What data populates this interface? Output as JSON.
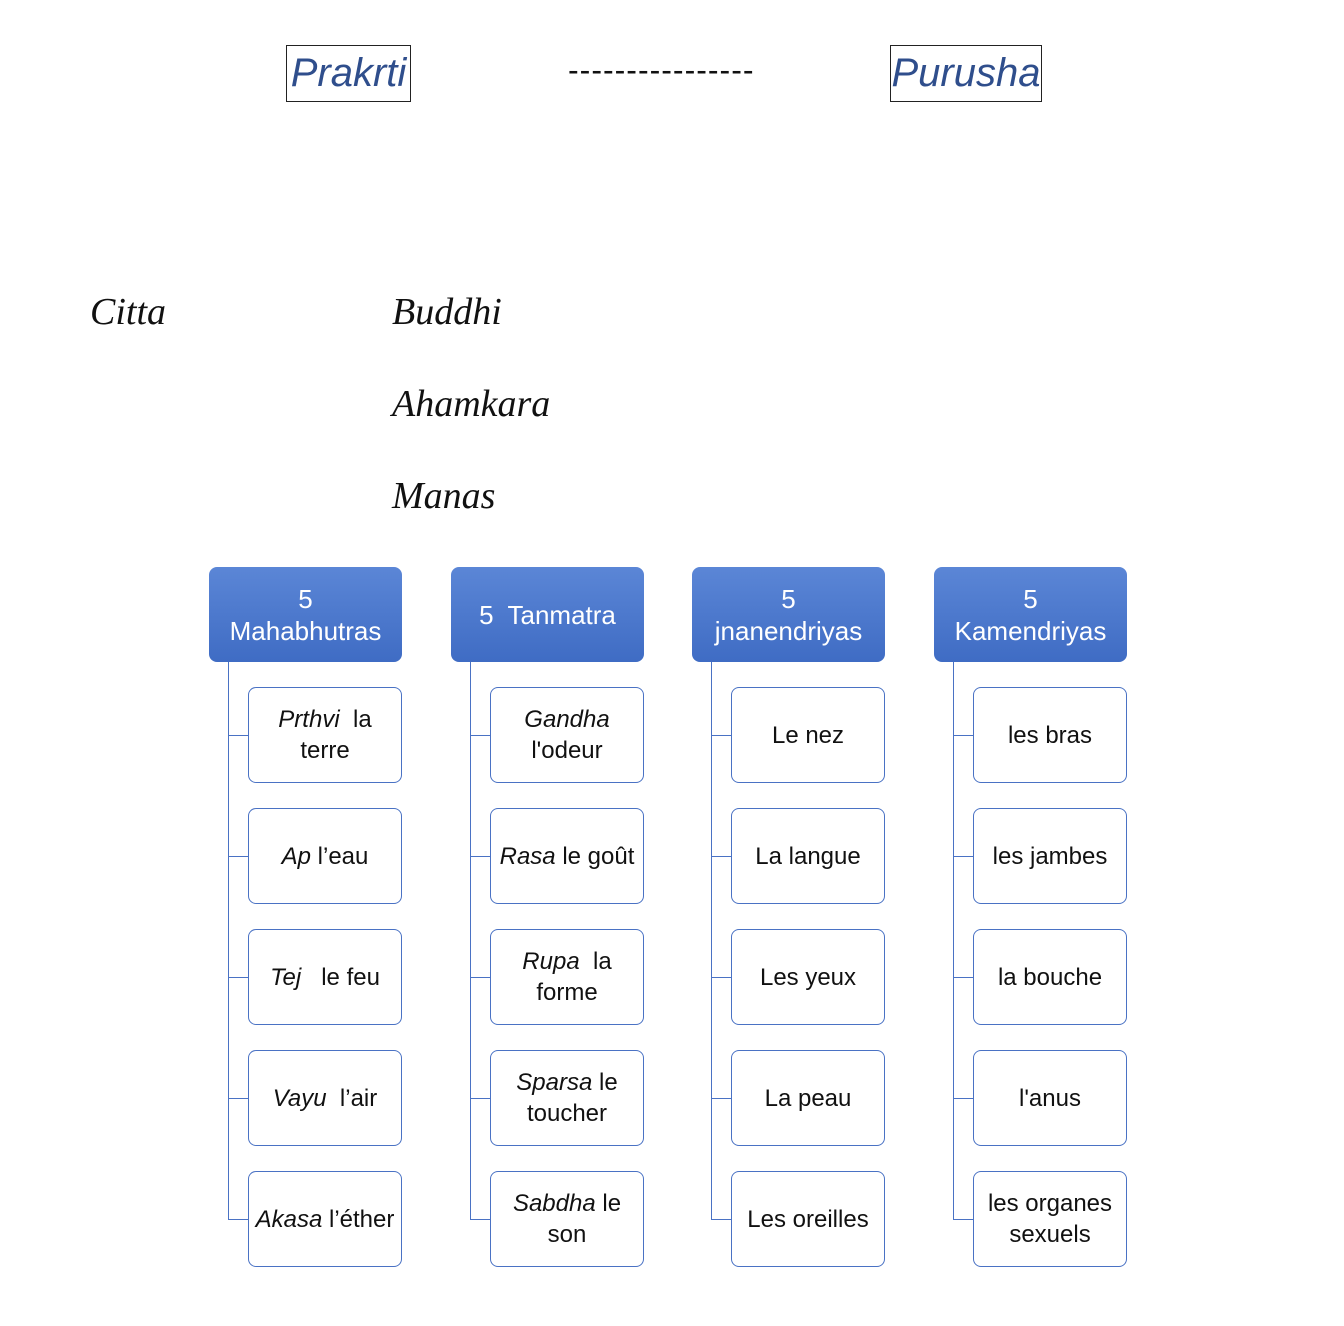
{
  "top": {
    "left": "Prakrti",
    "separator": "----------------",
    "right": "Purusha"
  },
  "mind": {
    "citta": "Citta",
    "buddhi": "Buddhi",
    "ahamkara": "Ahamkara",
    "manas": "Manas"
  },
  "columns": [
    {
      "header": [
        "5",
        "Mahabhutras"
      ],
      "items": [
        {
          "term": "Prthvi",
          "sep": "  ",
          "meaning": "la terre"
        },
        {
          "term": "Ap",
          "sep": " ",
          "meaning": "l’eau"
        },
        {
          "term": "Tej",
          "sep": "   ",
          "meaning": "le feu"
        },
        {
          "term": "Vayu",
          "sep": "  ",
          "meaning": "l’air"
        },
        {
          "term": "Akasa",
          "sep": " ",
          "meaning": "l’éther"
        }
      ]
    },
    {
      "header": [
        "5  Tanmatra"
      ],
      "items": [
        {
          "term": "Gandha",
          "sep": " ",
          "meaning": "l'odeur"
        },
        {
          "term": "Rasa",
          "sep": " ",
          "meaning": "le goût"
        },
        {
          "term": "Rupa",
          "sep": "  ",
          "meaning": "la forme"
        },
        {
          "term": "Sparsa",
          "sep": " ",
          "meaning": "le toucher"
        },
        {
          "term": "Sabdha",
          "sep": " ",
          "meaning": "le son"
        }
      ]
    },
    {
      "header": [
        "5",
        "jnanendriyas"
      ],
      "items": [
        {
          "term": "",
          "sep": "",
          "meaning": "Le nez"
        },
        {
          "term": "",
          "sep": "",
          "meaning": "La langue"
        },
        {
          "term": "",
          "sep": "",
          "meaning": "Les yeux"
        },
        {
          "term": "",
          "sep": "",
          "meaning": "La peau"
        },
        {
          "term": "",
          "sep": "",
          "meaning": "Les oreilles"
        }
      ]
    },
    {
      "header": [
        "5",
        "Kamendriyas"
      ],
      "items": [
        {
          "term": "",
          "sep": "",
          "meaning": "les bras"
        },
        {
          "term": "",
          "sep": "",
          "meaning": "les jambes"
        },
        {
          "term": "",
          "sep": "",
          "meaning": "la bouche"
        },
        {
          "term": "",
          "sep": "",
          "meaning": "l'anus"
        },
        {
          "term": "",
          "sep": "",
          "meaning": "les organes sexuels"
        }
      ]
    }
  ],
  "colors": {
    "accent": "#2f4e8c",
    "header_fill": "#4a76cc",
    "connector": "#4a72c4"
  }
}
